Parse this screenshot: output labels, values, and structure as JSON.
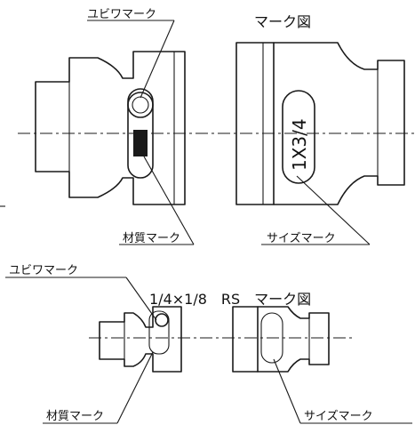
{
  "top": {
    "title": "マーク図",
    "label_maker": "ユビワマーク",
    "label_material": "材質マーク",
    "label_size": "サイズマーク",
    "size_mark": "1X3/4"
  },
  "bottom": {
    "title": "1/4×1/8　RS　マーク図",
    "label_maker": "ユビワマーク",
    "label_material": "材質マーク",
    "label_size": "サイズマーク"
  }
}
